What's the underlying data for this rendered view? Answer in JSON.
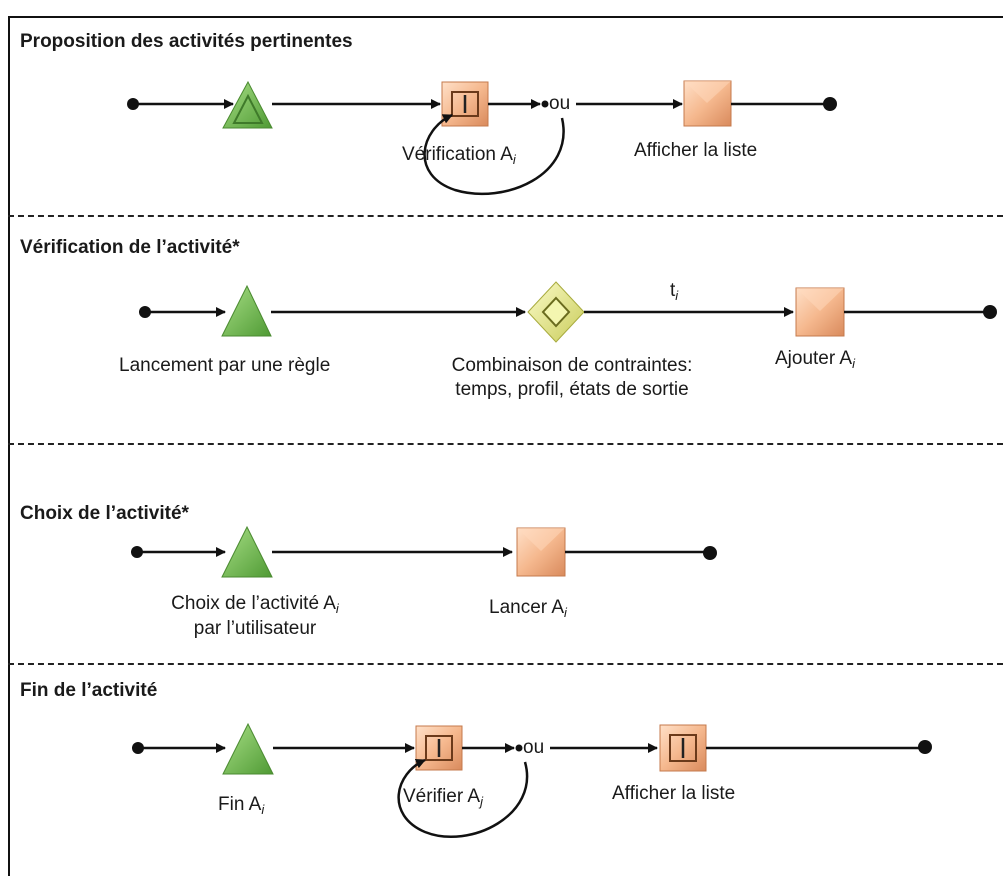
{
  "sections": [
    {
      "title": "Proposition des activités pertinentes",
      "labels": {
        "ou": "ou",
        "verification": "Vérification A",
        "verification_sub": "i",
        "afficher": "Afficher la liste"
      }
    },
    {
      "title": "Vérification de l’activité*",
      "labels": {
        "lancement": "Lancement par une règle",
        "combinaison_line1": "Combinaison de contraintes:",
        "combinaison_line2": "temps, profil, états de sortie",
        "ti": "t",
        "ti_sub": "i",
        "ajouter": "Ajouter A",
        "ajouter_sub": "i"
      }
    },
    {
      "title": "Choix de l’activité*",
      "labels": {
        "choix_line1": "Choix de l’activité A",
        "choix_sub": "i",
        "choix_line2": "par l’utilisateur",
        "lancer": "Lancer A",
        "lancer_sub": "i"
      }
    },
    {
      "title": "Fin de l’activité",
      "labels": {
        "fin": "Fin A",
        "fin_sub": "i",
        "ou": "ou",
        "verifier": "Vérifier A",
        "verifier_sub": "j",
        "afficher": "Afficher la liste"
      }
    }
  ],
  "colors": {
    "event_green": "#7cc25a",
    "gateway_yellow": "#e8eb8c",
    "task_salmon": "#f3b98f"
  }
}
